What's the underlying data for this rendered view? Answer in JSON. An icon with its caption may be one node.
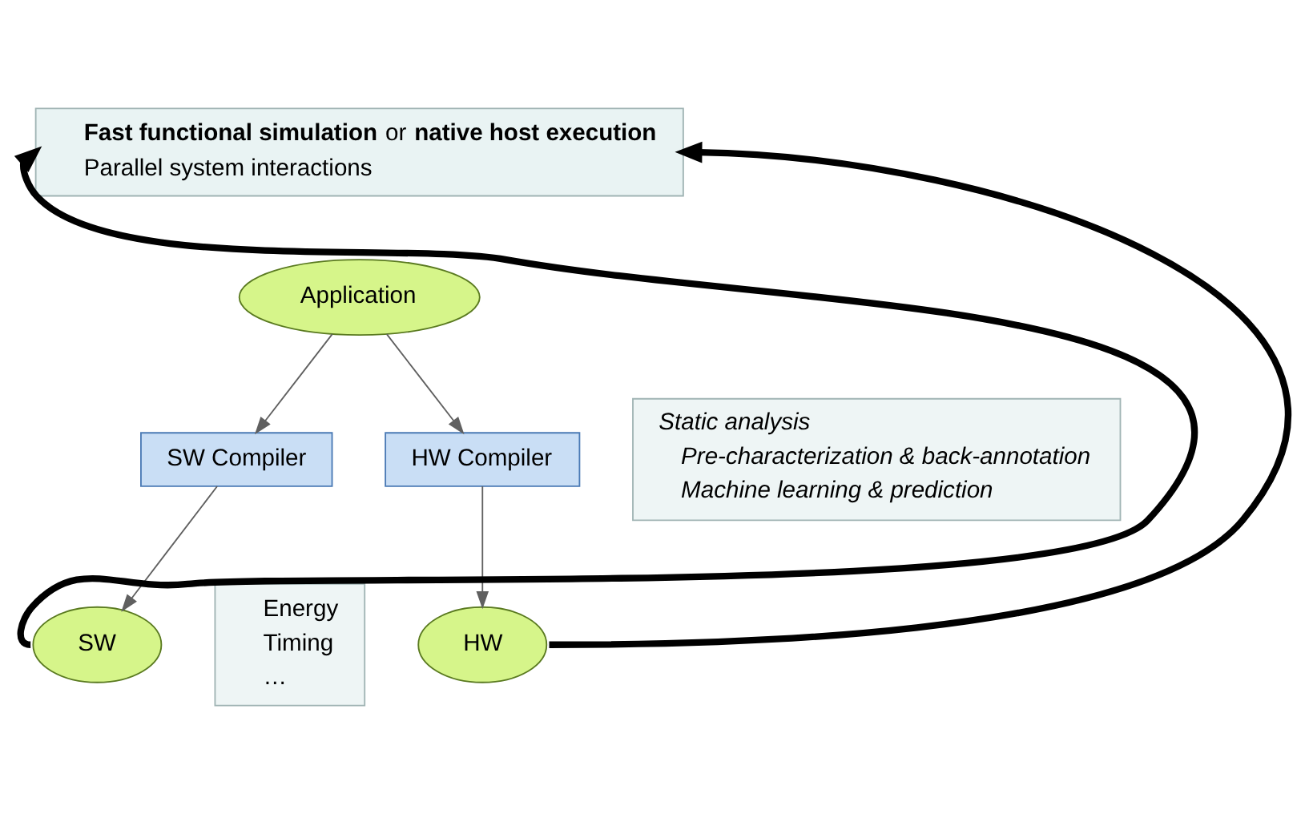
{
  "diagram": {
    "nodes": [
      {
        "text": [
          "**Fast functional simulation** or **native host execution**",
          "Parallel system interactions"
        ]
      },
      {
        "text": [
          "Application"
        ]
      },
      {
        "text": [
          "*Static analysis*",
          "*Pre-characterization & back-annotation*",
          "*Machine learning & prediction*"
        ]
      },
      {
        "text": [
          "SW Compiler"
        ]
      },
      {
        "text": [
          "HW Compiler"
        ]
      },
      {
        "text": [
          "Energy",
          "Timing",
          "…"
        ]
      },
      {
        "text": [
          "SW"
        ]
      },
      {
        "text": [
          "HW"
        ]
      }
    ],
    "edges": [
      {
        "from": 1,
        "to": 3,
        "arrow": "to"
      },
      {
        "from": 1,
        "to": 4,
        "arrow": "to"
      },
      {
        "from": 3,
        "to": 6,
        "arrow": "to"
      },
      {
        "from": 4,
        "to": 7,
        "arrow": "to"
      },
      {
        "from": 6,
        "to": 0,
        "arrow": "to",
        "style": "thick",
        "color": "#000000"
      },
      {
        "from": 7,
        "to": 0,
        "arrow": "to",
        "style": "thick",
        "color": "#000000"
      }
    ]
  }
}
